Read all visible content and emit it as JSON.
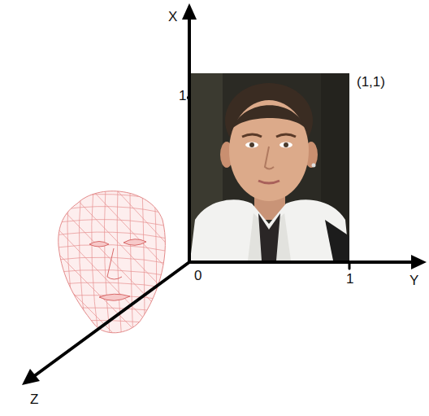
{
  "diagram": {
    "labels": [
      "X",
      "1",
      "(1,1)",
      "0",
      "1",
      "Y",
      "Z"
    ]
  }
}
